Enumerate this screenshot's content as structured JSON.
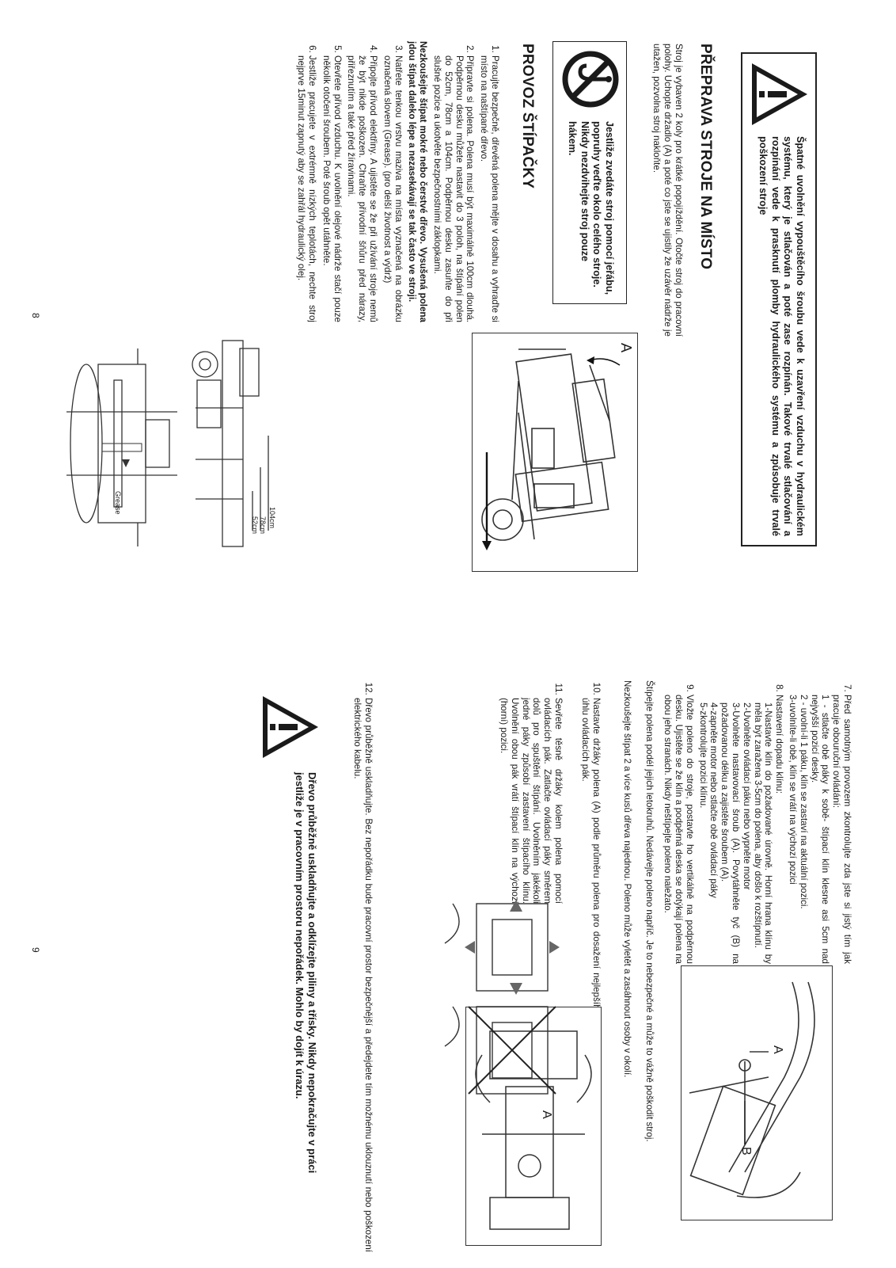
{
  "left_page": {
    "warning_top": "Špatné uvolnění vypouštěcího šroubu vede k uzavření vzduchu v hydraulickém systému, který je stlačován a poté zase rozpínán. Takové trvalé stlačování a rozpínání vede k prasknutí plomby hydraulického systému a způsobuje trvalé poškození stroje",
    "transport_title": "PŘEPRAVA STROJE NA MÍSTO",
    "transport_text": "Stroj je vybaven 2 koly pro krátké popojíždění. Otočte stroj do pracovní polohy. Uchopte držadlo (A) a poté co jste se ujistily že uzávěr nádrže je utažen, pozvolna stroj nakloňte.",
    "crane_warning": "Jestliže zvedáte stroj pomocí jeřábu, popruhy veďte okolo celého stroje. Nikdy nezdvihejte stroj pouze hákem.",
    "figure_label_a": "A",
    "operation_title": "PROVOZ ŠTÍPAČKY",
    "item1": "Pracujte bezpečně, dřevěná polena mějte v dosahu a vyhraďte si místo na naštípané dřevo.",
    "item2": "Připravte si polena. Polena musí být maximálně 100cm dlouhá. Podpěrnou desku můžete nastavit do 3 poloh, na štípání polen do 52cm, 78cm a 104cm. Podpěrnou desku zasuňte do při slušné pozice a ukotvěte bezpečnostními záklopkami.",
    "bold_note": "Nezkoušejte štípat mokré nebo čerstvé dřevo. Vysušená polena jdou štípat daleko lépe a nezasekávají se tak často ve stroji.",
    "item3": "Natřete tenkou vrstvu maziva na místa vyznačená na obrázku označená slovem (Grease). (pro delší životnost a výdrž)",
    "item4": "Připojte přívod elektřiny. A ujistěte se že při užívání stroje nemů že být nikde poškozen. Chraňte přívodní šňůru před nárazy, přiřeznutím a také před žíravinami.",
    "item5": "Otevřete přívod vzduchu. K uvolnění olejové nádrže stačí pouze několik otočení šroubem. Poté šroub opět utáhněte.",
    "item6": "Jestliže pracujete v extrémně nízkých teplotách, nechte stroj nejprve 15minut zapnutý aby se zahřál hydraulický olej.",
    "fig_dim_104": "104cm",
    "fig_dim_78": "78cm",
    "fig_dim_52": "52cm",
    "fig_grease": "Grease",
    "page_number": "8"
  },
  "right_page": {
    "item7_lead": "Před samotným provozem zkontrolujte zda jste si jistý tím jak pracuje obouruční ovládání:",
    "item7_1": "1 - stlačte obě páky k sobě- štípací klín klesne asi 5cm nad nejvyšší pozicí desky.",
    "item7_2": "2 - uvolní-li 1 páku, klín se zastaví na aktuální pozici.",
    "item7_3": "3-uvolníte-li obě, klín se vrátí na výchozí pozici",
    "item8_lead": "Nastavení dopadu klínu:",
    "item8_1": "1-Nastavte klín do požadované úrovně. Horní hrana klínu by měla být zaražena 3-5cm do polena, aby došlo k rozštípnutí.",
    "item8_2": "2-Uvolněte ovládací páku nebo vypněte motor",
    "item8_3": "3-Uvolněte nastavovací šroub (A). Povytáhněte tyč (B) na požadovanou délku a zajistěte šroubem (A).",
    "item8_4": "4-zapněte motor nebo stlačte obě ovládací páky",
    "item8_5": "5-zkontrolujte pozici klínu.",
    "item9": "Vložte poleno do stroje, postavte ho vertikálně na podpěrnou desku. Ujistěte se že klín a podpěrná deska se dotýkají polena na obou jeho stranách. Nikdy neštípejte poleno naležato.",
    "note_a": "Štípejte polena podél jejich letokruhů. Nedávejte poleno napříč. Je to nebezpečné a může to vážně poškodit stroj.",
    "note_b": "Nezkoušejte štípat 2 a více kusů dřeva najednou. Poleno může vyletět a zasáhnout osoby v okolí.",
    "item10": "Nastavte držáky polena (A) podle průměru polena pro dosažení nejlepšího úhlu ovládacích pák.",
    "item11": "Sevřete těsně držáky kolem polena pomocí ovládacích pák. Zatlačte ovládací páky směrem dolů pro spuštění štípání. Uvolněním jakékoli jedné páky způsobí zastavení štípacího klínu. Uvolnění obou pák vrátí štípací klín na výchozí (horní) pozici.",
    "item12": "Dřevo průběžně uskladňujte. Bez nepořádku bude pracovní prostor bezpečnější a předejdete tím možnému uklouznutí nebo poškození elektrického kabelu.",
    "warning_bottom": "Dřevo průběžně uskladňujte a odklízejte piliny a třísky. Nikdy nepokračujte v práci jestliže je v pracovním prostoru nepořádek. Mohlo by dojít k úrazu.",
    "fig_label_a": "A",
    "fig_label_b": "B",
    "page_number": "9"
  }
}
